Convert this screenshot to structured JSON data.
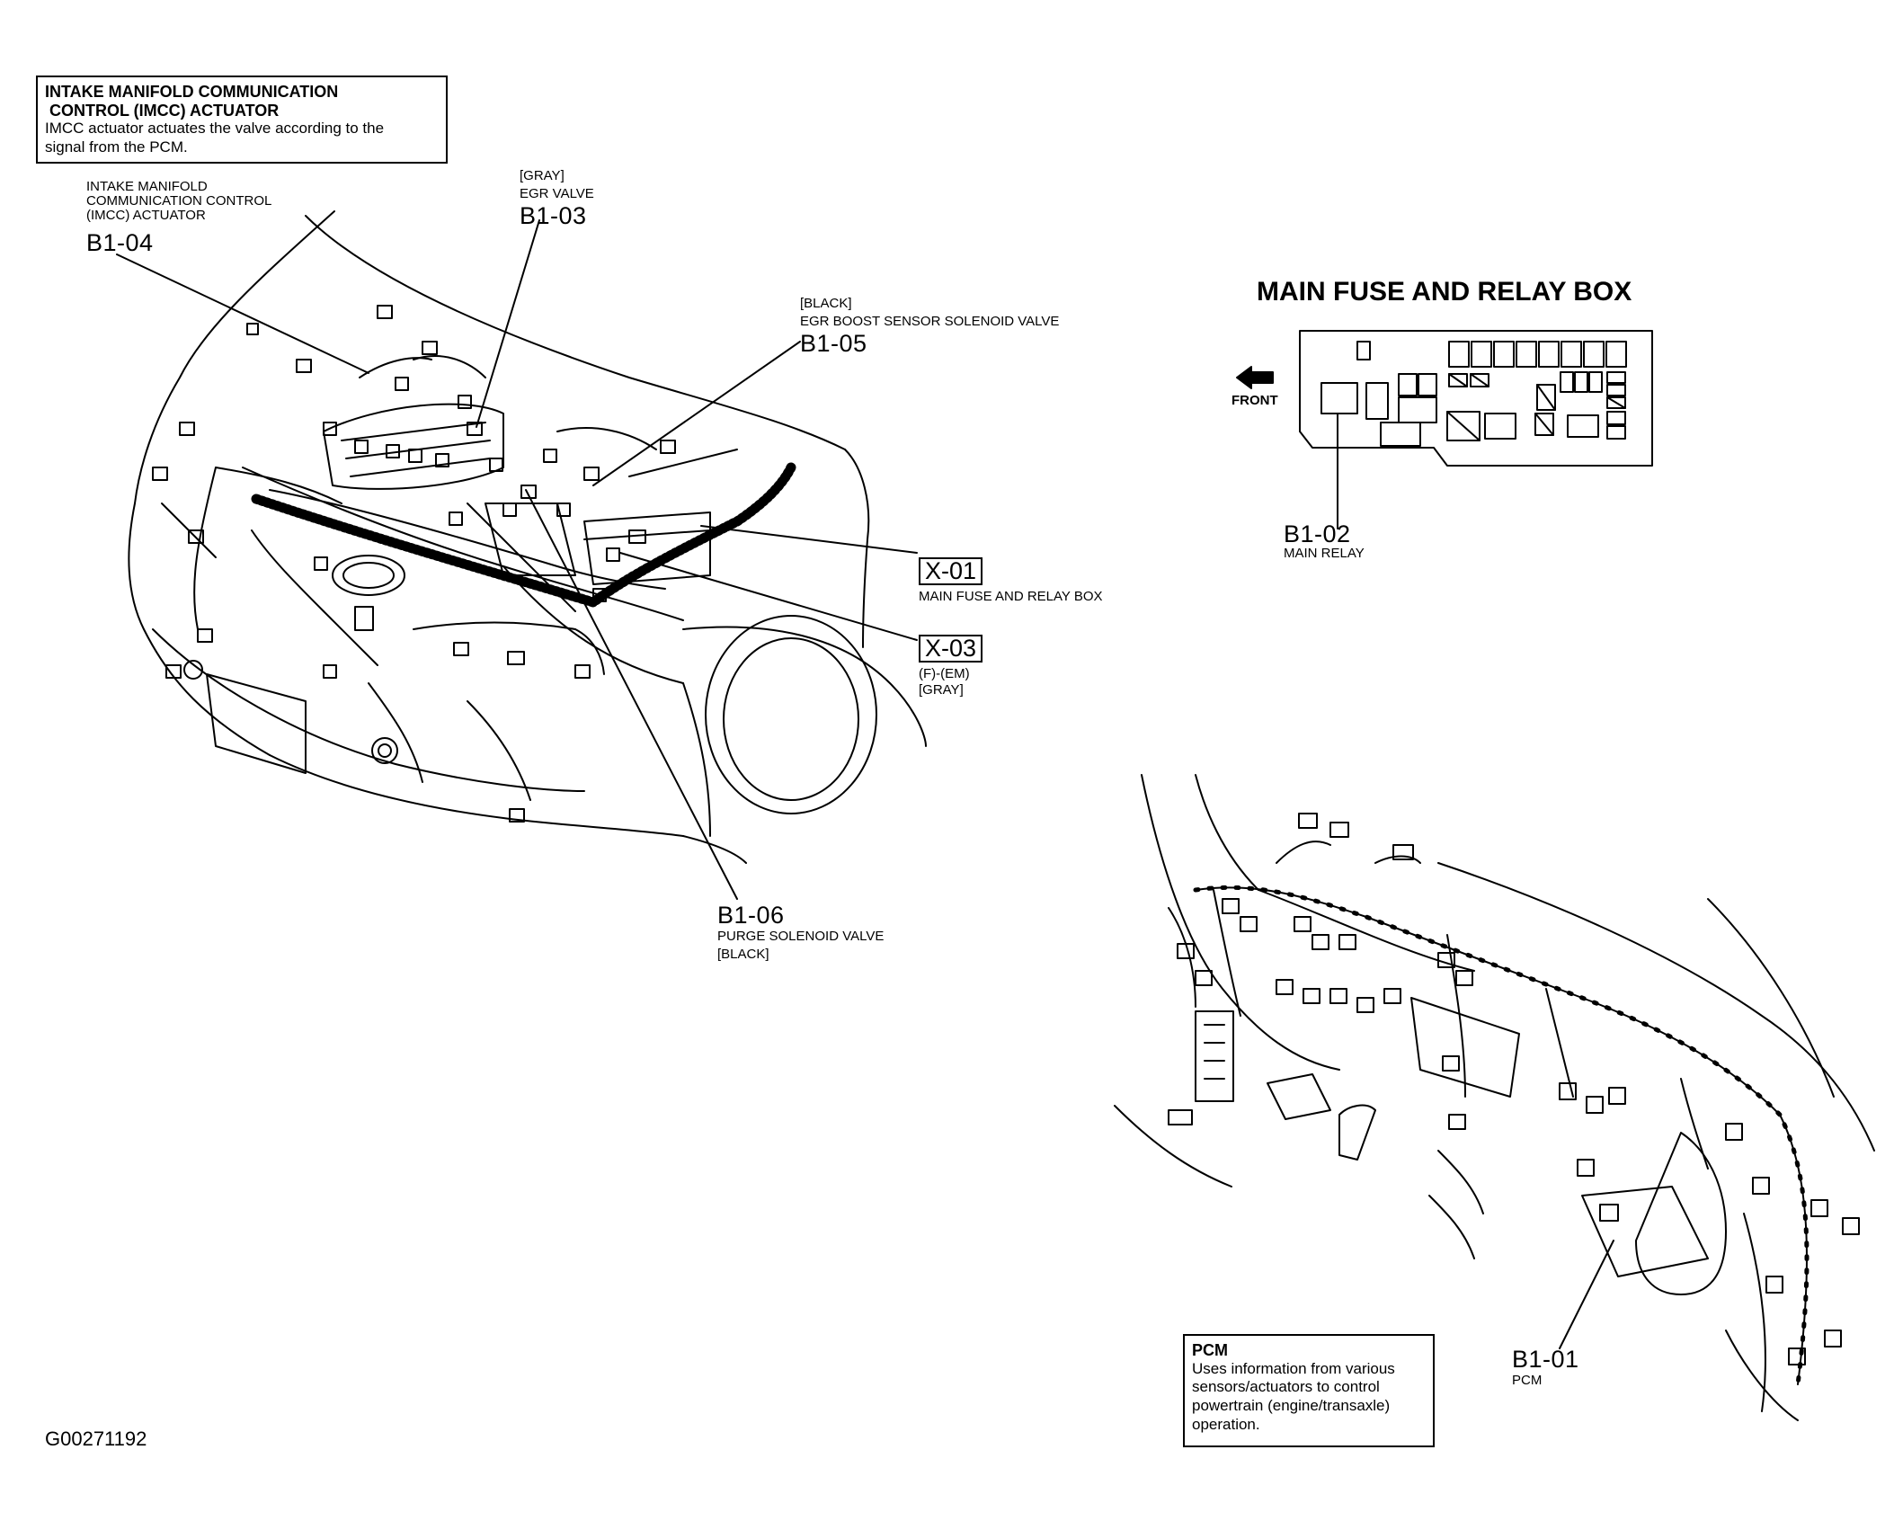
{
  "top_box": {
    "title": "INTAKE MANIFOLD COMMUNICATION\n CONTROL (IMCC) ACTUATOR",
    "body": "IMCC actuator actuates the valve according to the\nsignal from the PCM."
  },
  "callouts": {
    "b1_04": {
      "desc": "INTAKE MANIFOLD\nCOMMUNICATION CONTROL\n(IMCC) ACTUATOR",
      "code": "B1-04"
    },
    "b1_03": {
      "color": "[GRAY]",
      "desc": "EGR VALVE",
      "code": "B1-03"
    },
    "b1_05": {
      "color": "[BLACK]",
      "desc": "EGR BOOST SENSOR SOLENOID VALVE",
      "code": "B1-05"
    },
    "x_01": {
      "code": "X-01",
      "desc": "MAIN FUSE AND RELAY BOX"
    },
    "x_03": {
      "code": "X-03",
      "desc": "(F)-(EM)",
      "color": "[GRAY]"
    },
    "b1_06": {
      "code": "B1-06",
      "desc": "PURGE SOLENOID VALVE",
      "color": "[BLACK]"
    },
    "b1_02": {
      "code": "B1-02",
      "desc": "MAIN RELAY"
    },
    "b1_01": {
      "code": "B1-01",
      "desc": "PCM"
    }
  },
  "fuse_box": {
    "heading": "MAIN FUSE AND RELAY BOX",
    "front_label": "FRONT"
  },
  "pcm_box": {
    "title": "PCM",
    "body": "Uses information from various\nsensors/actuators to control\npowertrain (engine/transaxle)\noperation."
  },
  "figure_id": "G00271192"
}
